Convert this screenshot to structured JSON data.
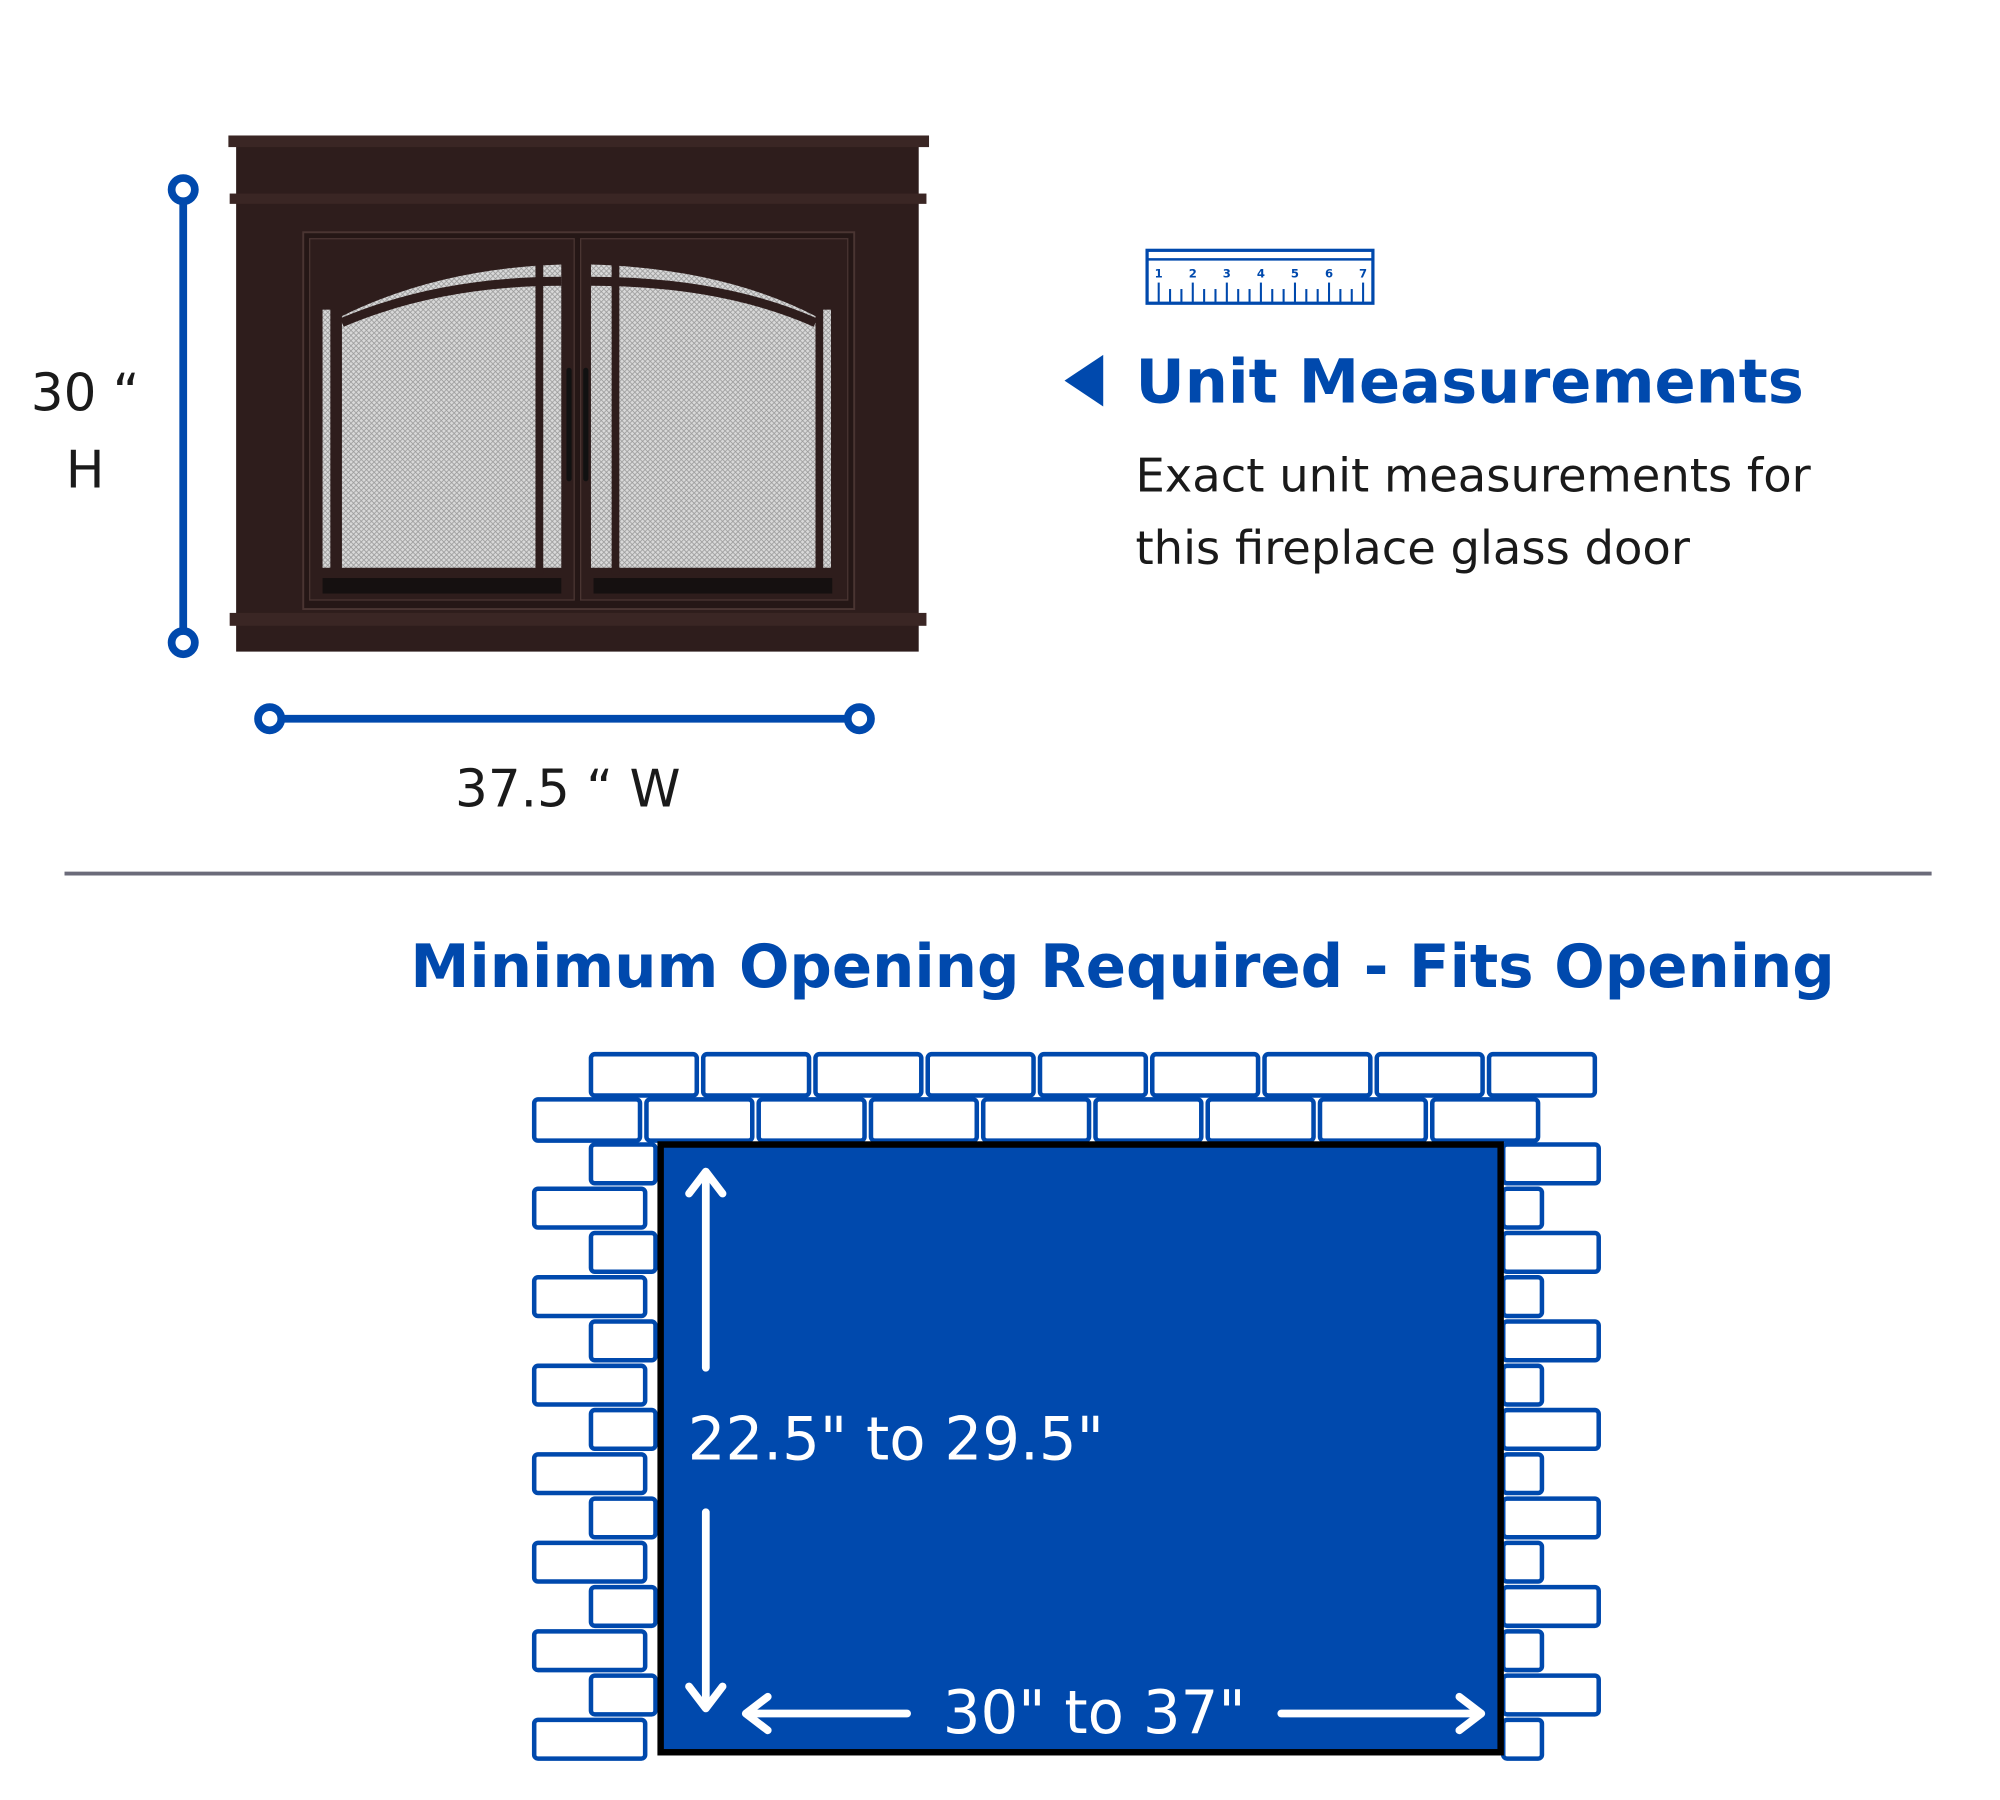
{
  "colors": {
    "accent": "#0049AD",
    "door": "#2e1d1c",
    "divider": "#6b6b7a"
  },
  "unit": {
    "height_value": "30 “",
    "height_label": "H",
    "width_label": "37.5 “ W",
    "title": "Unit Measurements",
    "description_line1": "Exact unit measurements for",
    "description_line2": "this fireplace glass door",
    "ruler_numbers": [
      "1",
      "2",
      "3",
      "4",
      "5",
      "6",
      "7"
    ]
  },
  "opening": {
    "title": "Minimum Opening Required - Fits Opening",
    "height_range": "22.5\" to 29.5\"",
    "width_range": "30\" to 37\""
  },
  "icons": [
    "ruler-icon",
    "triangle-left-icon",
    "up-arrow-icon",
    "down-arrow-icon",
    "left-arrow-icon",
    "right-arrow-icon"
  ]
}
